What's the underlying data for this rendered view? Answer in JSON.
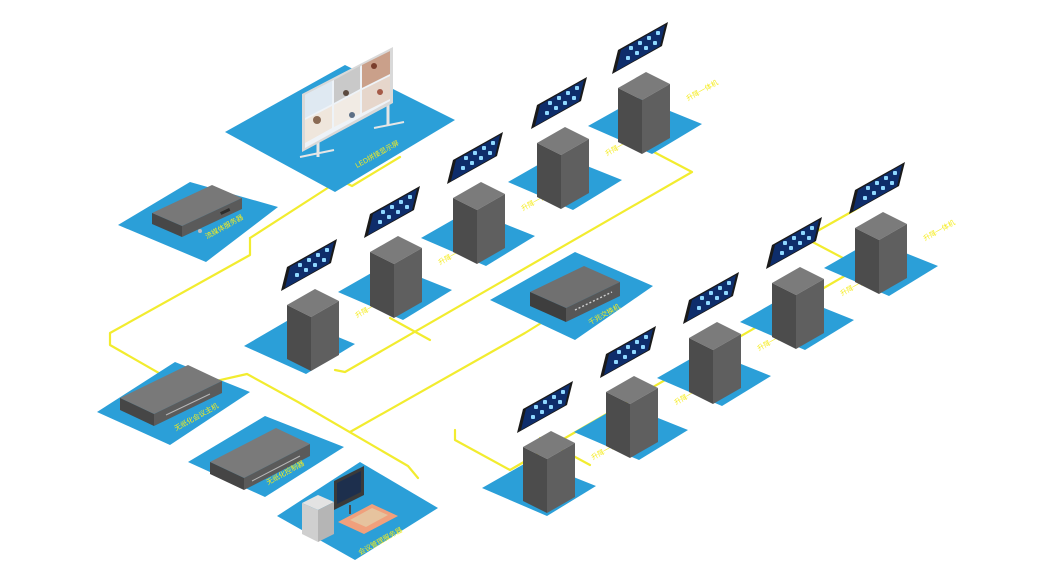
{
  "colors": {
    "background": "#ffffff",
    "platform": "#2b9fd8",
    "connection_line": "#f2ec2f",
    "label_text": "#f5ec1f",
    "lift_body": "#5f5f5f",
    "screen": "#0e2d6b",
    "screen_icons": "#8fd8ff",
    "device_box": "#565656"
  },
  "icons": {
    "display_wall": "video-wall-icon",
    "media_server": "media-server-icon",
    "central_controller": "central-controller-icon",
    "matrix": "matrix-switcher-icon",
    "network_switch": "network-switch-icon",
    "admin_station": "admin-workstation-icon",
    "terminal": "lift-terminal-icon"
  },
  "labels": {
    "display_wall": "LED拼接显示屏",
    "media_server": "流媒体服务器",
    "central_controller": "无纸化会议主机",
    "matrix": "无纸化控制器",
    "network_switch": "千兆交换机",
    "admin_station": "会议管理服务器",
    "terminal": "升降一体机"
  }
}
